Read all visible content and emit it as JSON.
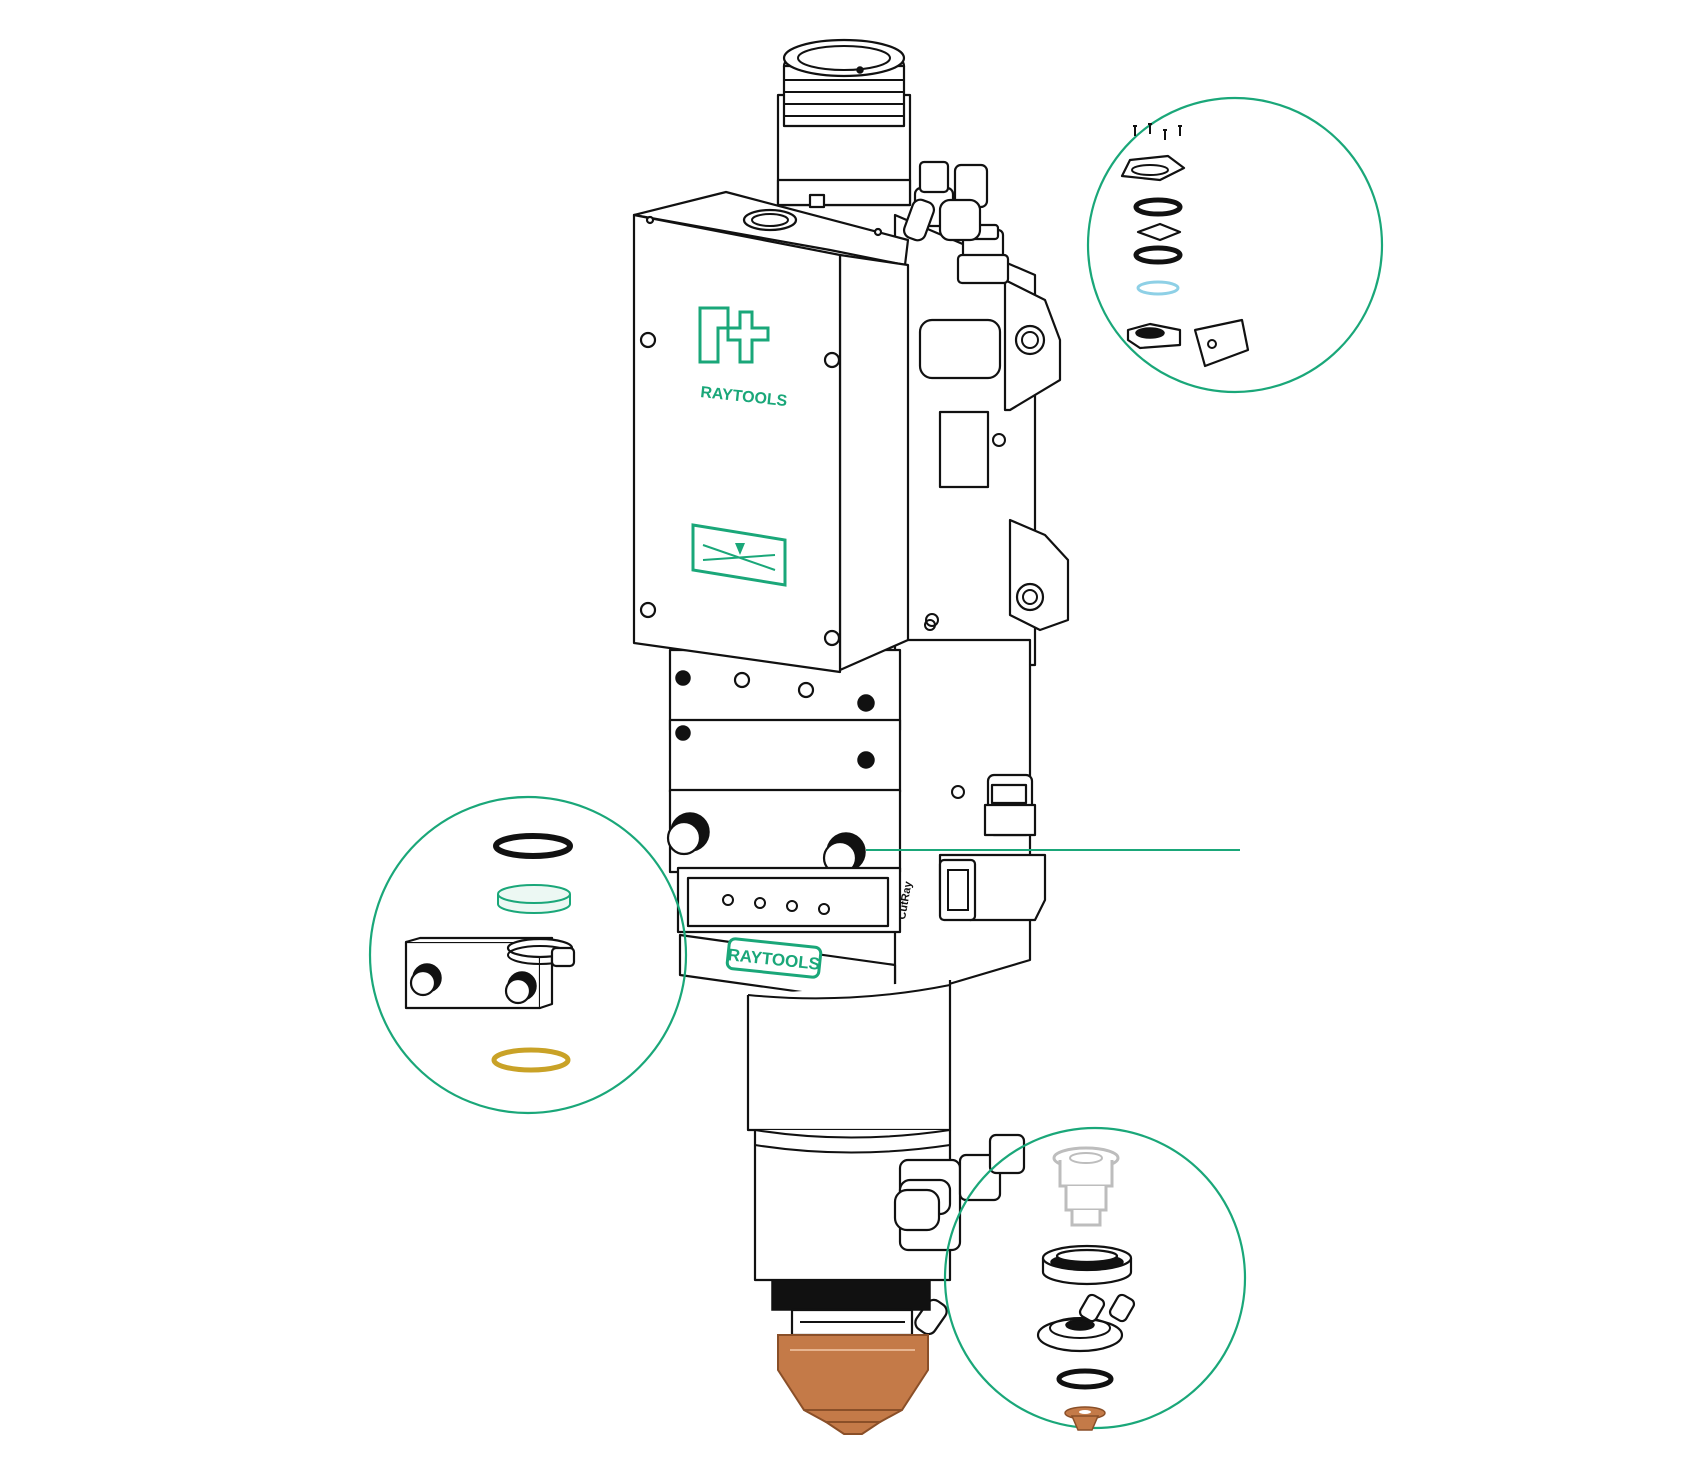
{
  "brand": {
    "logo_text": "RAYTOOLS",
    "plate_text": "RAYTOOLS",
    "side_engraving": "CutRay"
  },
  "colors": {
    "outline": "#111111",
    "accent_green": "#1aa779",
    "callout_circle": "#1aa779",
    "protective_window": "#9fd9c4",
    "gold_seal": "#c9a227",
    "copper_nozzle": "#c47a48",
    "light_blue_ring": "#8ed0e6",
    "ceramic_grey": "#bdbdbd"
  },
  "icons": {
    "logo": "raytools-logo-icon",
    "laser_warning": "laser-hazard-icon"
  },
  "callouts": [
    {
      "name": "upper-window-assembly-callout",
      "parts": [
        "screws",
        "cover-plate",
        "o-ring",
        "seal",
        "o-ring",
        "lens-ring",
        "drawer-holder"
      ]
    },
    {
      "name": "lower-protective-window-callout",
      "parts": [
        "sealing-ring",
        "protective-window",
        "drawer-holder",
        "gold-seal-ring"
      ]
    },
    {
      "name": "nozzle-assembly-callout",
      "parts": [
        "ceramic-ring",
        "locking-sleeve",
        "nozzle-connector",
        "insulator",
        "copper-nozzle"
      ]
    }
  ]
}
